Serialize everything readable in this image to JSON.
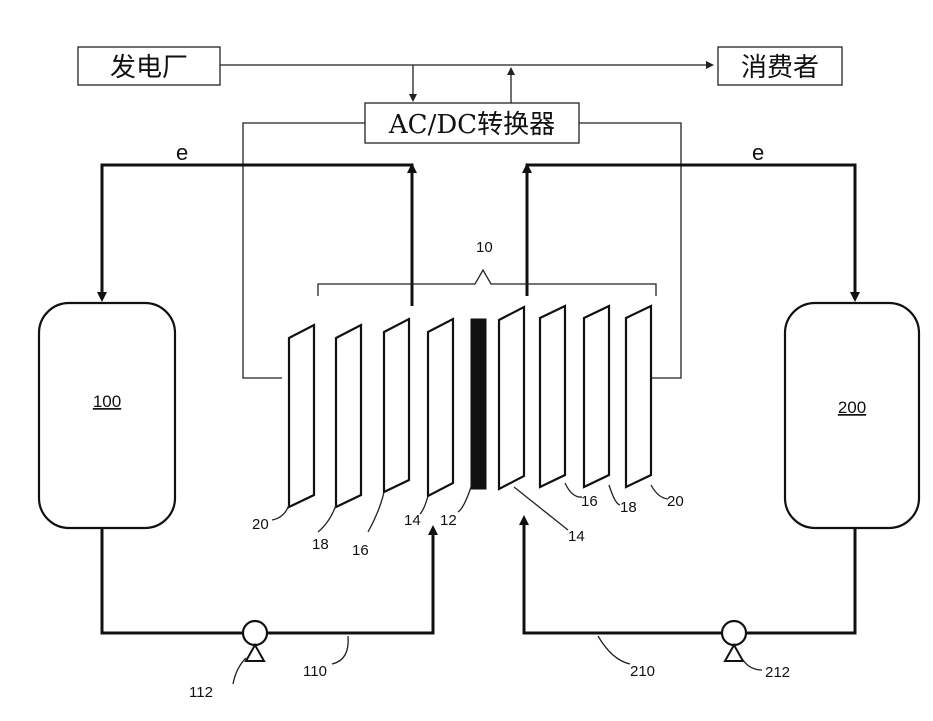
{
  "boxes": {
    "power_plant": "发电厂",
    "consumer": "消费者",
    "converter": "AC/DC转换器"
  },
  "tanks": {
    "left": "100",
    "right": "200"
  },
  "electron_left": "e",
  "electron_right": "e",
  "stack_label": "10",
  "refs": {
    "l20": "20",
    "l18": "18",
    "l16": "16",
    "l14": "14",
    "c12": "12",
    "r14": "14",
    "r16": "16",
    "r18": "18",
    "r20": "20",
    "pump_left": "112",
    "line_left": "110",
    "line_right": "210",
    "pump_right": "212"
  }
}
